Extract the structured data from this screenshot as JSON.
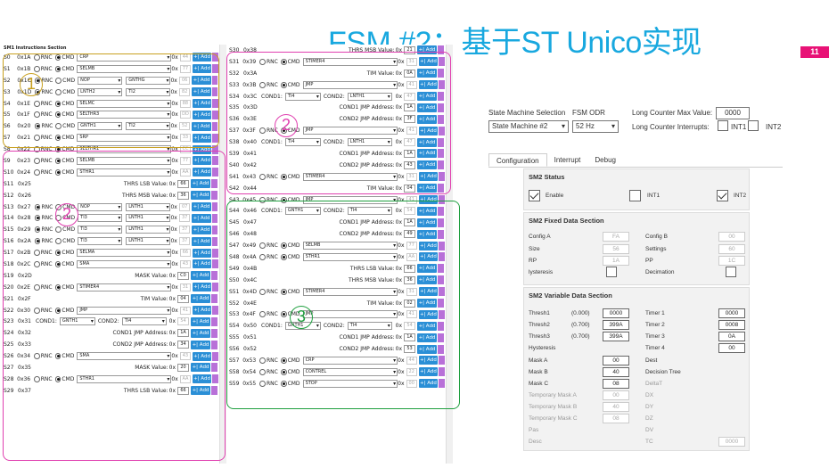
{
  "slide": {
    "title": "FSM #2：基于ST Unico实现",
    "page": "11"
  },
  "left_panel": {
    "section_title": "SM1 Instructions Section",
    "rows": [
      {
        "label": "S0",
        "hex": "0x1A",
        "kind": "cmd",
        "radio": "cmd",
        "cmd": "CRP",
        "val": "44",
        "dark": false
      },
      {
        "label": "S1",
        "hex": "0x1B",
        "kind": "cmd",
        "radio": "cmd",
        "cmd": "SELMB",
        "val": "77",
        "dark": false
      },
      {
        "label": "S2",
        "hex": "0x1C",
        "kind": "rnc",
        "radio": "rnc",
        "a": "NOP",
        "b": "GNTHG",
        "val": "06",
        "dark": false
      },
      {
        "label": "S3",
        "hex": "0x1D",
        "kind": "rnc",
        "radio": "rnc",
        "a": "LNTH2",
        "b": "TI2",
        "val": "82",
        "dark": false
      },
      {
        "label": "S4",
        "hex": "0x1E",
        "kind": "cmd",
        "radio": "cmd",
        "cmd": "SELMC",
        "val": "88",
        "dark": false
      },
      {
        "label": "S5",
        "hex": "0x1F",
        "kind": "cmd",
        "radio": "cmd",
        "cmd": "SELTHR3",
        "val": "DD",
        "dark": false
      },
      {
        "label": "S6",
        "hex": "0x20",
        "kind": "rnc",
        "radio": "rnc",
        "a": "GNTH1",
        "b": "TI2",
        "val": "52",
        "dark": false
      },
      {
        "label": "S7",
        "hex": "0x21",
        "kind": "cmd",
        "radio": "cmd",
        "cmd": "SRP",
        "val": "33",
        "dark": false
      },
      {
        "label": "S8",
        "hex": "0x22",
        "kind": "cmd",
        "radio": "cmd",
        "cmd": "SELTHR1",
        "val": "CC",
        "dark": false
      },
      {
        "label": "S9",
        "hex": "0x23",
        "kind": "cmd",
        "radio": "cmd",
        "cmd": "SELMB",
        "val": "77",
        "dark": false
      },
      {
        "label": "S10",
        "hex": "0x24",
        "kind": "cmd",
        "radio": "cmd",
        "cmd": "STHR1",
        "val": "AA",
        "dark": false
      },
      {
        "label": "S11",
        "hex": "0x25",
        "kind": "value",
        "text": "THRS LSB Value:",
        "val": "66",
        "dark": true
      },
      {
        "label": "S12",
        "hex": "0x26",
        "kind": "value",
        "text": "THRS MSB Value:",
        "val": "36",
        "dark": true
      },
      {
        "label": "S13",
        "hex": "0x27",
        "kind": "rnc",
        "radio": "rnc",
        "a": "NOP",
        "b": "LNTH1",
        "val": "07",
        "dark": false
      },
      {
        "label": "S14",
        "hex": "0x28",
        "kind": "rnc",
        "radio": "rnc",
        "a": "TI3",
        "b": "LNTH1",
        "val": "37",
        "dark": false
      },
      {
        "label": "S15",
        "hex": "0x29",
        "kind": "rnc",
        "radio": "rnc",
        "a": "TI3",
        "b": "LNTH1",
        "val": "37",
        "dark": false
      },
      {
        "label": "S16",
        "hex": "0x2A",
        "kind": "rnc",
        "radio": "rnc",
        "a": "TI3",
        "b": "LNTH1",
        "val": "37",
        "dark": false
      },
      {
        "label": "S17",
        "hex": "0x2B",
        "kind": "cmd",
        "radio": "cmd",
        "cmd": "SELMA",
        "val": "66",
        "dark": false
      },
      {
        "label": "S18",
        "hex": "0x2C",
        "kind": "cmd",
        "radio": "cmd",
        "cmd": "SMA",
        "val": "43",
        "dark": false
      },
      {
        "label": "S19",
        "hex": "0x2D",
        "kind": "value",
        "text": "MASK Value:",
        "val": "C0",
        "dark": true
      },
      {
        "label": "S20",
        "hex": "0x2E",
        "kind": "cmd",
        "radio": "cmd",
        "cmd": "STIMER4",
        "val": "31",
        "dark": false
      },
      {
        "label": "S21",
        "hex": "0x2F",
        "kind": "value",
        "text": "TIM Value:",
        "val": "04",
        "dark": true
      },
      {
        "label": "S22",
        "hex": "0x30",
        "kind": "cmd",
        "radio": "cmd",
        "cmd": "JMP",
        "val": "41",
        "dark": false
      },
      {
        "label": "S23",
        "hex": "0x31",
        "kind": "cond",
        "a": "GNTH1",
        "b": "TI4",
        "val": "54",
        "dark": false
      },
      {
        "label": "S24",
        "hex": "0x32",
        "kind": "value",
        "text": "COND1 JMP Address:",
        "val": "1A",
        "dark": true
      },
      {
        "label": "S25",
        "hex": "0x33",
        "kind": "value",
        "text": "COND2 JMP Address:",
        "val": "34",
        "dark": true
      },
      {
        "label": "S26",
        "hex": "0x34",
        "kind": "cmd",
        "radio": "cmd",
        "cmd": "SMA",
        "val": "43",
        "dark": false
      },
      {
        "label": "S27",
        "hex": "0x35",
        "kind": "value",
        "text": "MASK Value:",
        "val": "20",
        "dark": true
      },
      {
        "label": "S28",
        "hex": "0x36",
        "kind": "cmd",
        "radio": "cmd",
        "cmd": "STHR1",
        "val": "AA",
        "dark": false
      },
      {
        "label": "S29",
        "hex": "0x37",
        "kind": "value",
        "text": "THRS LSB Value:",
        "val": "66",
        "dark": true
      }
    ]
  },
  "mid_panel": {
    "rows": [
      {
        "label": "S30",
        "hex": "0x38",
        "kind": "value",
        "text": "THRS MSB Value:",
        "val": "21",
        "dark": true
      },
      {
        "label": "S31",
        "hex": "0x39",
        "kind": "cmd",
        "radio": "cmd",
        "cmd": "STIMER4",
        "val": "31",
        "dark": false
      },
      {
        "label": "S32",
        "hex": "0x3A",
        "kind": "value",
        "text": "TIM Value:",
        "val": "0A",
        "dark": true
      },
      {
        "label": "S33",
        "hex": "0x3B",
        "kind": "cmd",
        "radio": "cmd",
        "cmd": "JMP",
        "val": "41",
        "dark": false
      },
      {
        "label": "S34",
        "hex": "0x3C",
        "kind": "cond",
        "a": "TI4",
        "b": "LNTH1",
        "val": "47",
        "dark": false
      },
      {
        "label": "S35",
        "hex": "0x3D",
        "kind": "value",
        "text": "COND1 JMP Address:",
        "val": "1A",
        "dark": true
      },
      {
        "label": "S36",
        "hex": "0x3E",
        "kind": "value",
        "text": "COND2 JMP Address:",
        "val": "3F",
        "dark": true
      },
      {
        "label": "S37",
        "hex": "0x3F",
        "kind": "cmd",
        "radio": "cmd",
        "cmd": "JMP",
        "val": "41",
        "dark": false
      },
      {
        "label": "S38",
        "hex": "0x40",
        "kind": "cond",
        "a": "TI4",
        "b": "LNTH1",
        "val": "47",
        "dark": false
      },
      {
        "label": "S39",
        "hex": "0x41",
        "kind": "value",
        "text": "COND1 JMP Address:",
        "val": "1A",
        "dark": true
      },
      {
        "label": "S40",
        "hex": "0x42",
        "kind": "value",
        "text": "COND2 JMP Address:",
        "val": "43",
        "dark": true
      },
      {
        "label": "S41",
        "hex": "0x43",
        "kind": "cmd",
        "radio": "cmd",
        "cmd": "STIMER4",
        "val": "31",
        "dark": false
      },
      {
        "label": "S42",
        "hex": "0x44",
        "kind": "value",
        "text": "TIM Value:",
        "val": "04",
        "dark": true
      },
      {
        "label": "S43",
        "hex": "0x45",
        "kind": "cmd",
        "radio": "cmd",
        "cmd": "JMP",
        "val": "41",
        "dark": false
      },
      {
        "label": "S44",
        "hex": "0x46",
        "kind": "cond",
        "a": "GNTH1",
        "b": "TI4",
        "val": "54",
        "dark": false
      },
      {
        "label": "S45",
        "hex": "0x47",
        "kind": "value",
        "text": "COND1 JMP Address:",
        "val": "1A",
        "dark": true
      },
      {
        "label": "S46",
        "hex": "0x48",
        "kind": "value",
        "text": "COND2 JMP Address:",
        "val": "49",
        "dark": true
      },
      {
        "label": "S47",
        "hex": "0x49",
        "kind": "cmd",
        "radio": "cmd",
        "cmd": "SELMB",
        "val": "77",
        "dark": false
      },
      {
        "label": "S48",
        "hex": "0x4A",
        "kind": "cmd",
        "radio": "cmd",
        "cmd": "STHR1",
        "val": "AA",
        "dark": false
      },
      {
        "label": "S49",
        "hex": "0x4B",
        "kind": "value",
        "text": "THRS LSB Value:",
        "val": "66",
        "dark": true
      },
      {
        "label": "S50",
        "hex": "0x4C",
        "kind": "value",
        "text": "THRS MSB Value:",
        "val": "36",
        "dark": true
      },
      {
        "label": "S51",
        "hex": "0x4D",
        "kind": "cmd",
        "radio": "cmd",
        "cmd": "STIMER4",
        "val": "31",
        "dark": false
      },
      {
        "label": "S52",
        "hex": "0x4E",
        "kind": "value",
        "text": "TIM Value:",
        "val": "02",
        "dark": true
      },
      {
        "label": "S53",
        "hex": "0x4F",
        "kind": "cmd",
        "radio": "cmd",
        "cmd": "JMP",
        "val": "41",
        "dark": false
      },
      {
        "label": "S54",
        "hex": "0x50",
        "kind": "cond",
        "a": "GNTH1",
        "b": "TI4",
        "val": "54",
        "dark": false
      },
      {
        "label": "S55",
        "hex": "0x51",
        "kind": "value",
        "text": "COND1 JMP Address:",
        "val": "1A",
        "dark": true
      },
      {
        "label": "S56",
        "hex": "0x52",
        "kind": "value",
        "text": "COND2 JMP Address:",
        "val": "53",
        "dark": true
      },
      {
        "label": "S57",
        "hex": "0x53",
        "kind": "cmd",
        "radio": "cmd",
        "cmd": "CRP",
        "val": "44",
        "dark": false
      },
      {
        "label": "S58",
        "hex": "0x54",
        "kind": "cmd",
        "radio": "cmd",
        "cmd": "CONTREL",
        "val": "22",
        "dark": false
      },
      {
        "label": "S59",
        "hex": "0x55",
        "kind": "cmd",
        "radio": "cmd",
        "cmd": "STOP",
        "val": "00",
        "dark": false
      }
    ]
  },
  "common": {
    "rnc": "RNC",
    "cmd": "CMD",
    "ox": "0x",
    "add": "+| Add",
    "cond1": "COND1:",
    "cond2": "COND2:"
  },
  "circles": {
    "one": "1",
    "two_left": "2",
    "two_mid": "2",
    "three": "3"
  },
  "right_panel": {
    "sm_selection_label": "State Machine Selection",
    "sm_selection_value": "State Machine #2",
    "odr_label": "FSM ODR",
    "odr_value": "52 Hz",
    "lc_max_label": "Long Counter Max Value:",
    "lc_max_value": "0000",
    "lc_int_label": "Long Counter Interrupts:",
    "int1": "INT1",
    "int2": "INT2",
    "tabs": [
      "Configuration",
      "Interrupt",
      "Debug"
    ],
    "status": {
      "title": "SM2 Status",
      "enable": "Enable",
      "int1": "INT1",
      "int2": "INT2"
    },
    "fixed": {
      "title": "SM2 Fixed Data Section",
      "config_a": "Config A",
      "config_a_val": "FA",
      "config_b": "Config B",
      "config_b_val": "00",
      "size": "Size",
      "size_val": "56",
      "settings": "Settings",
      "settings_val": "60",
      "rp": "RP",
      "rp_val": "1A",
      "pp": "PP",
      "pp_val": "1C",
      "hysteresis": "lysteresis",
      "decimation": "Decimation"
    },
    "variable": {
      "title": "SM2 Variable Data Section",
      "thresh1": "Thresh1",
      "thresh1_v": "(0.000)",
      "thresh1_h": "0000",
      "thresh2": "Thresh2",
      "thresh2_v": "(0.700)",
      "thresh2_h": "399A",
      "thresh3": "Thresh3",
      "thresh3_v": "(0.700)",
      "thresh3_h": "399A",
      "timer1": "Timer 1",
      "timer1_v": "0000",
      "timer2": "Timer 2",
      "timer2_v": "0008",
      "timer3": "Timer 3",
      "timer3_v": "0A",
      "timer4": "Timer 4",
      "timer4_v": "00",
      "hysteresis": "Hysteresis",
      "mask_a": "Mask A",
      "mask_a_v": "00",
      "mask_b": "Mask B",
      "mask_b_v": "40",
      "mask_c": "Mask C",
      "mask_c_v": "08",
      "tmask_a": "Temporary Mask A",
      "tmask_a_v": "00",
      "tmask_b": "Temporary Mask B",
      "tmask_b_v": "40",
      "tmask_c": "Temporary Mask C",
      "tmask_c_v": "08",
      "pas": "Pas",
      "desc": "Desc",
      "dest": "Dest",
      "decision_tree": "Decision Tree",
      "deltat": "DeltaT",
      "dx": "DX",
      "dy": "DY",
      "dz": "DZ",
      "dv": "DV",
      "tc": "TC",
      "tc_v": "0000"
    }
  }
}
